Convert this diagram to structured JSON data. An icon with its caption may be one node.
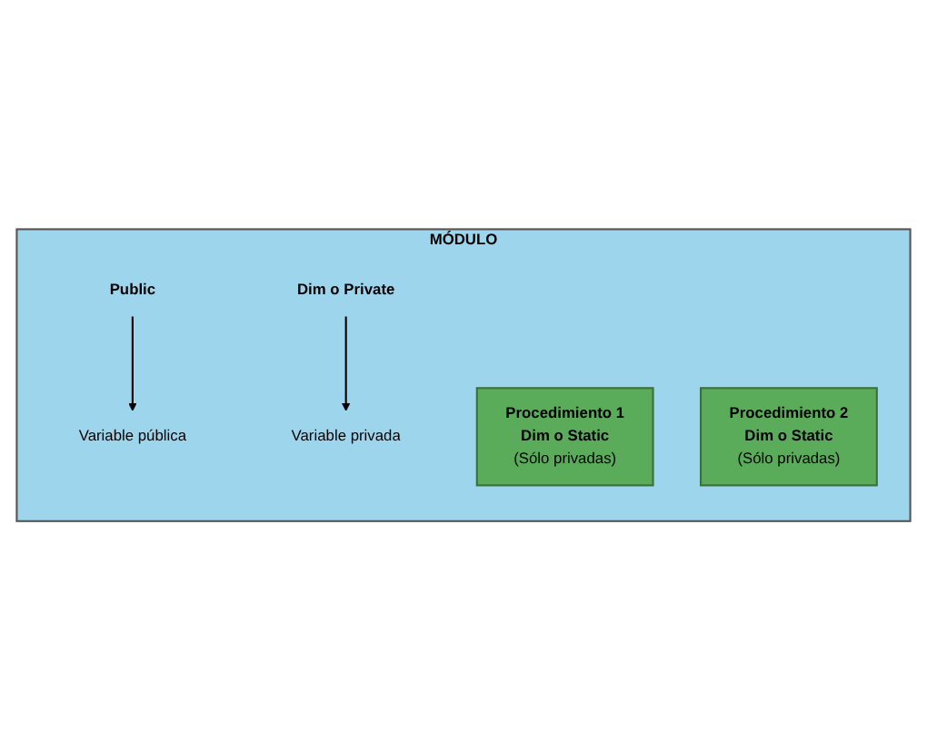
{
  "diagram": {
    "nodes": [
      {
        "text": [
          "MÓDULO"
        ]
      },
      {
        "text": [
          "Public"
        ],
        "in": 0
      },
      {
        "text": [
          "Variable pública"
        ],
        "in": 0
      },
      {
        "text": [
          "Dim o Private"
        ],
        "in": 0
      },
      {
        "text": [
          "Variable privada"
        ],
        "in": 0
      },
      {
        "text": [
          "Procedimiento 1",
          "Dim o Static",
          "(Sólo privadas)"
        ],
        "in": 0
      },
      {
        "text": [
          "Procedimiento 2",
          "Dim o Static",
          "(Sólo privadas)"
        ],
        "in": 0
      }
    ],
    "edges": [
      {
        "from": 1,
        "to": 2,
        "arrow": "to"
      },
      {
        "from": 3,
        "to": 4,
        "arrow": "to"
      }
    ]
  }
}
